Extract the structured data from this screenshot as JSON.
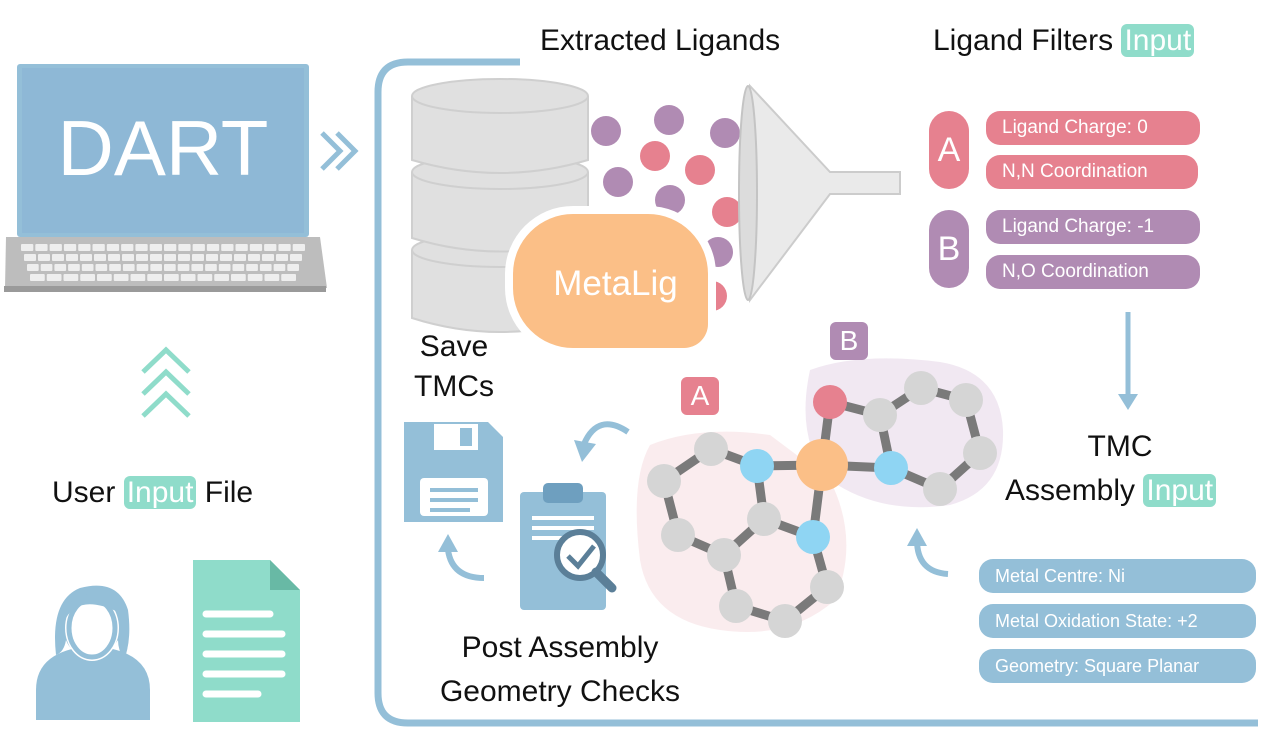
{
  "dart_label": "DART",
  "extracted_ligands_title": "Extracted Ligands",
  "ligand_filters": {
    "title": "Ligand Filters",
    "input_tag": "Input",
    "groups": [
      {
        "tag": "A",
        "color": "#e6818f",
        "filters": [
          "Ligand Charge: 0",
          "N,N Coordination"
        ]
      },
      {
        "tag": "B",
        "color": "#b08bb3",
        "filters": [
          "Ligand Charge: -1",
          "N,O Coordination"
        ]
      }
    ]
  },
  "metalig_label": "MetaLig",
  "save_tmcs_label": "Save\nTMCs",
  "post_assembly_label": "Post Assembly\nGeometry Checks",
  "molecule_tags": [
    "A",
    "B"
  ],
  "tmc_assembly": {
    "title_line1": "TMC",
    "title_line2": "Assembly",
    "input_tag": "Input",
    "parameters": [
      "Metal Centre: Ni",
      "Metal Oxidation State: +2",
      "Geometry: Square Planar"
    ]
  },
  "user_input": {
    "prefix": "User",
    "input_tag": "Input",
    "suffix": "File"
  },
  "colors": {
    "blue": "#94bfd8",
    "teal": "#8fdcca",
    "pink": "#e6818f",
    "purple": "#b08bb3",
    "orange": "#fbbf87",
    "grey_atom": "#d5d5d5"
  },
  "icons": [
    "laptop-icon",
    "chevron-right-double-icon",
    "chevron-up-triple-icon",
    "person-icon",
    "document-icon",
    "database-icon",
    "funnel-icon",
    "floppy-disk-icon",
    "clipboard-check-icon",
    "curved-arrow-icon",
    "down-arrow-icon"
  ]
}
